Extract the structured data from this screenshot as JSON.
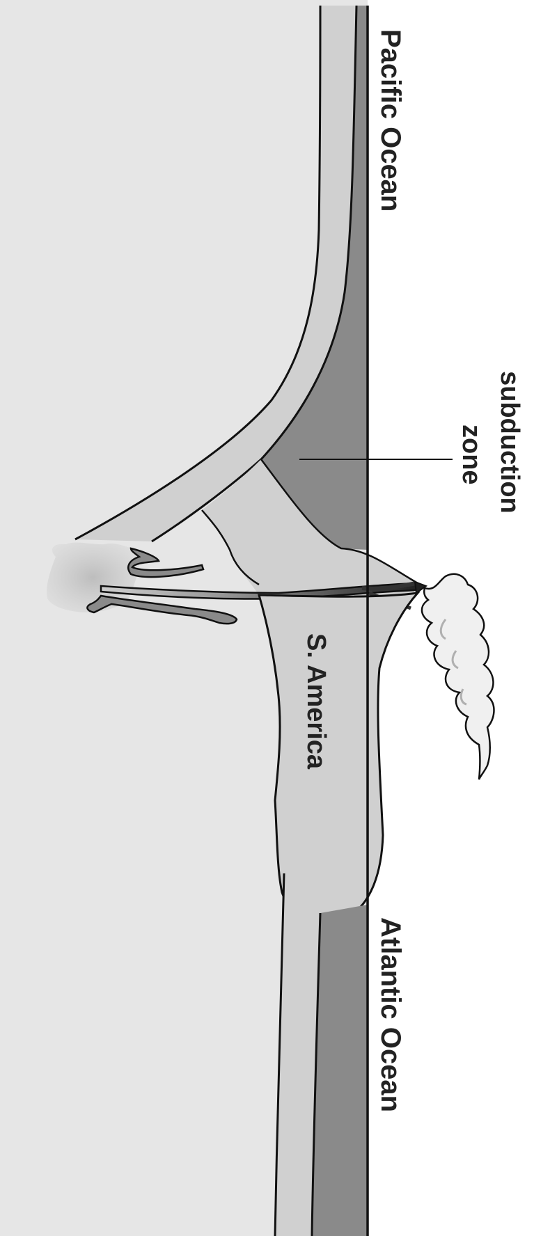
{
  "labels": {
    "pacific": "Pacific Ocean",
    "atlantic": "Atlantic Ocean",
    "subduction_line1": "subduction",
    "subduction_line2": "zone",
    "continent": "S. America"
  },
  "colors": {
    "mantle": "#e6e6e6",
    "crust_light": "#d0d0d0",
    "crust_dark": "#8a8a8a",
    "magma": "#555555",
    "smoke": "#f0f0f0",
    "outline": "#111111"
  }
}
